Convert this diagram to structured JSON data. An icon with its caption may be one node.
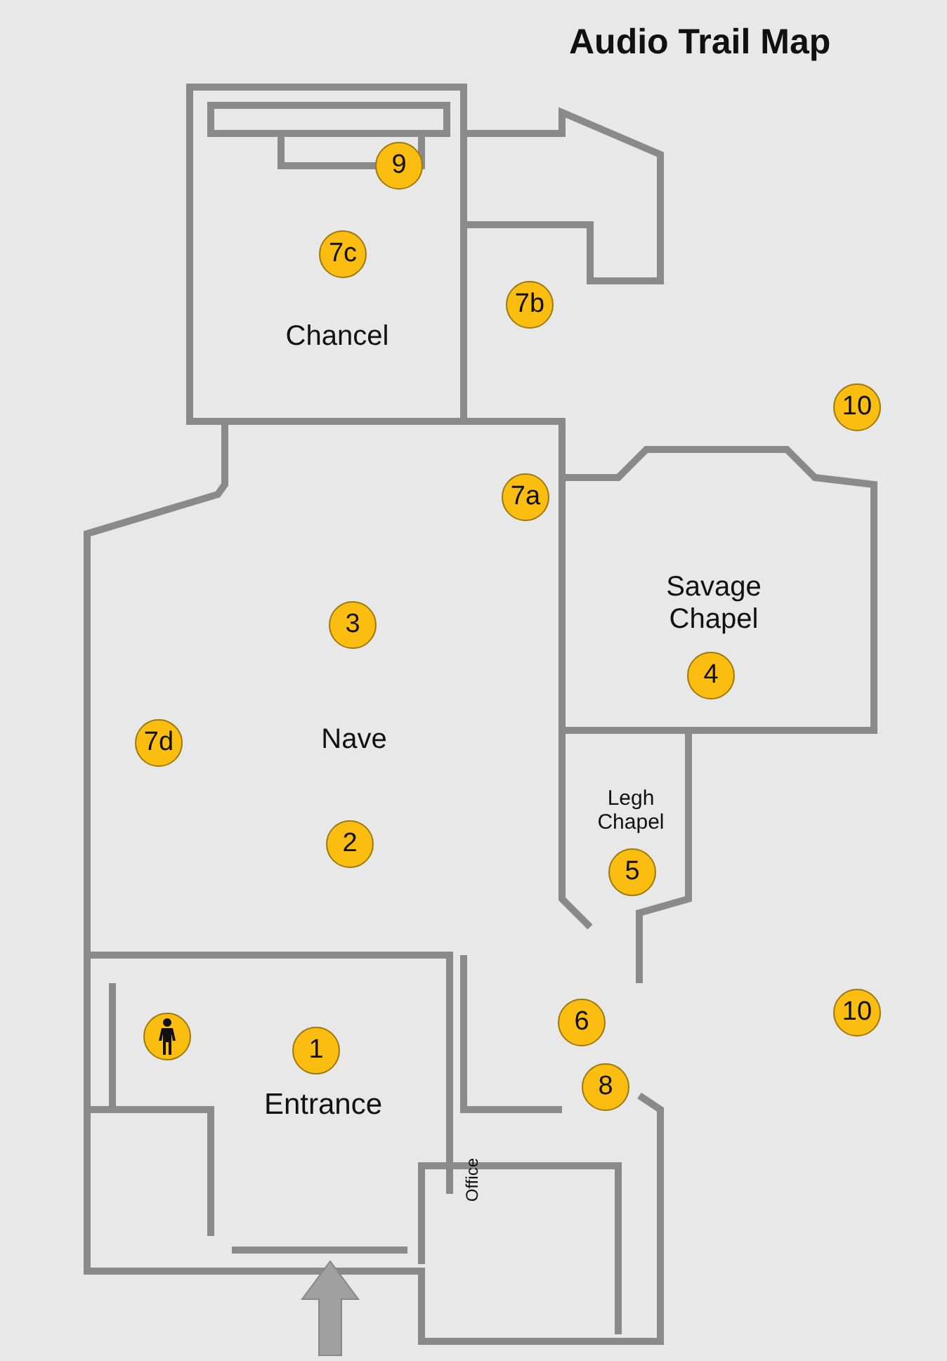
{
  "diagram": {
    "title": "Audio Trail Map",
    "nodes": [
      {
        "text": [
          "9"
        ]
      },
      {
        "text": [
          "7c"
        ]
      },
      {
        "text": [
          "7b"
        ]
      },
      {
        "text": [
          "10"
        ]
      },
      {
        "text": [
          "7a"
        ]
      },
      {
        "text": [
          "3"
        ]
      },
      {
        "text": [
          "4"
        ]
      },
      {
        "text": [
          "7d"
        ]
      },
      {
        "text": [
          "2"
        ]
      },
      {
        "text": [
          "5"
        ]
      },
      {
        "text": [
          "6"
        ]
      },
      {
        "text": [],
        "shape": "circle"
      },
      {
        "text": [
          "1"
        ]
      },
      {
        "text": [
          "8"
        ]
      },
      {
        "text": [
          "10"
        ]
      }
    ],
    "edges": [],
    "labels": [
      "Chancel",
      "Savage Chapel",
      "Nave",
      "Legh Chapel",
      "Entrance",
      "Office"
    ]
  }
}
